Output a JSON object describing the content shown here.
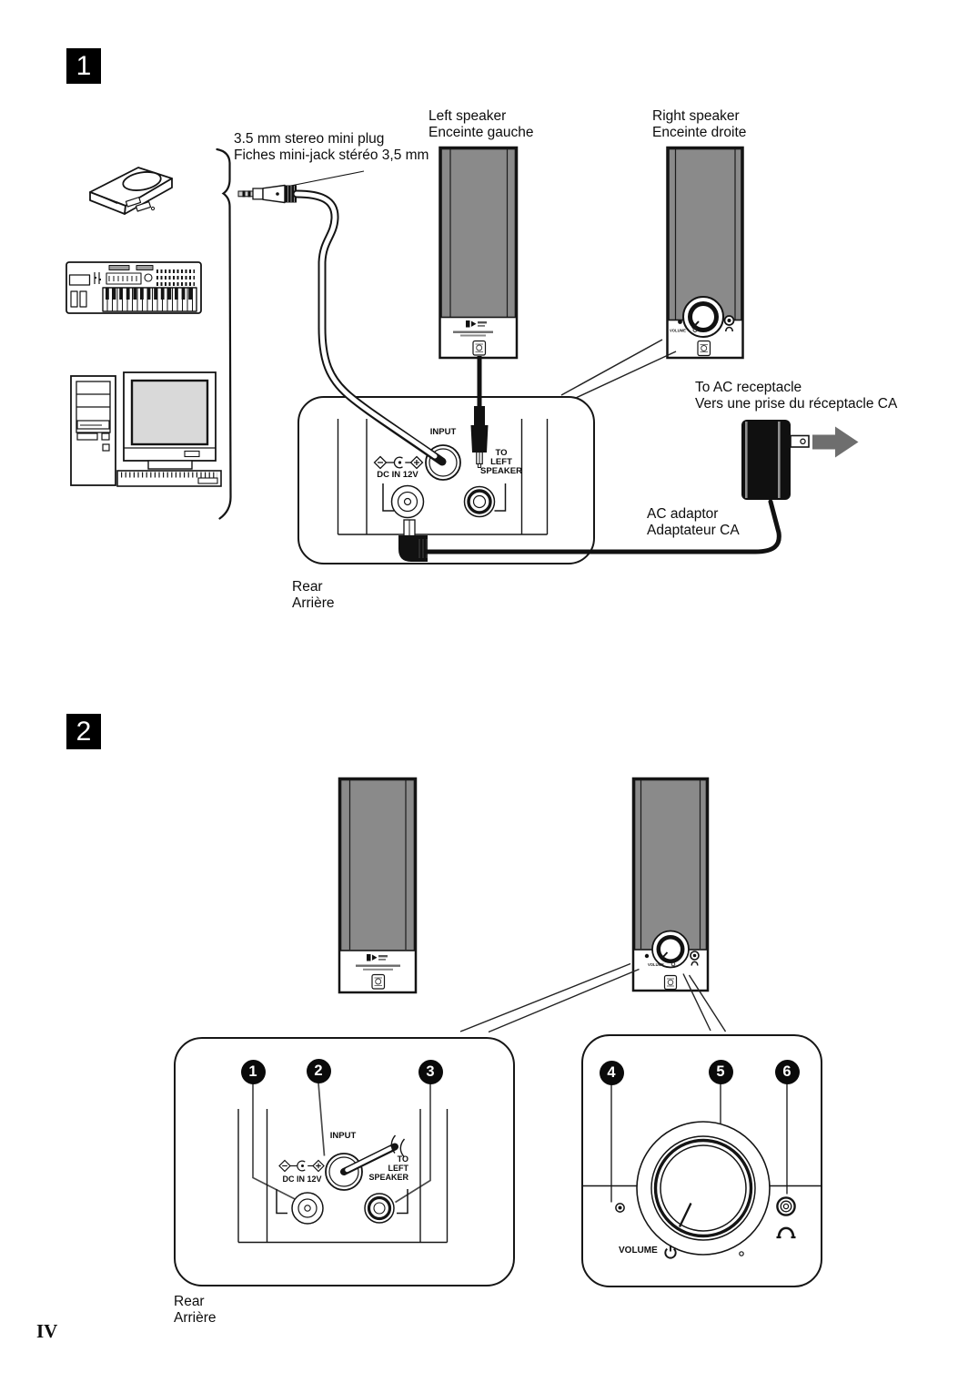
{
  "page_number": "IV",
  "colors": {
    "grille_gray": "#8a8a8a",
    "arrow_gray": "#6e6e6e",
    "line_black": "#141414"
  },
  "steps": {
    "one": "1",
    "two": "2"
  },
  "section1": {
    "plug_label": {
      "en": "3.5 mm stereo mini plug",
      "fr": "Fiches mini-jack stéréo 3,5 mm"
    },
    "left_speaker_label": {
      "en": "Left speaker",
      "fr": "Enceinte gauche"
    },
    "right_speaker_label": {
      "en": "Right speaker",
      "fr": "Enceinte droite"
    },
    "ac_receptacle_label": {
      "en": "To AC receptacle",
      "fr": "Vers une prise du réceptacle CA"
    },
    "ac_adaptor_label": {
      "en": "AC adaptor",
      "fr": "Adaptateur CA"
    },
    "rear_label": {
      "en": "Rear",
      "fr": "Arrière"
    }
  },
  "rear_panel": {
    "input": "INPUT",
    "dc_in": "DC IN 12V",
    "to_left": [
      "TO",
      "LEFT",
      "SPEAKER"
    ]
  },
  "right_speaker_panel": {
    "volume": "VOLUME"
  },
  "section2": {
    "rear_label": {
      "en": "Rear",
      "fr": "Arrière"
    },
    "callout_numbers": [
      "1",
      "2",
      "3",
      "4",
      "5",
      "6"
    ]
  }
}
